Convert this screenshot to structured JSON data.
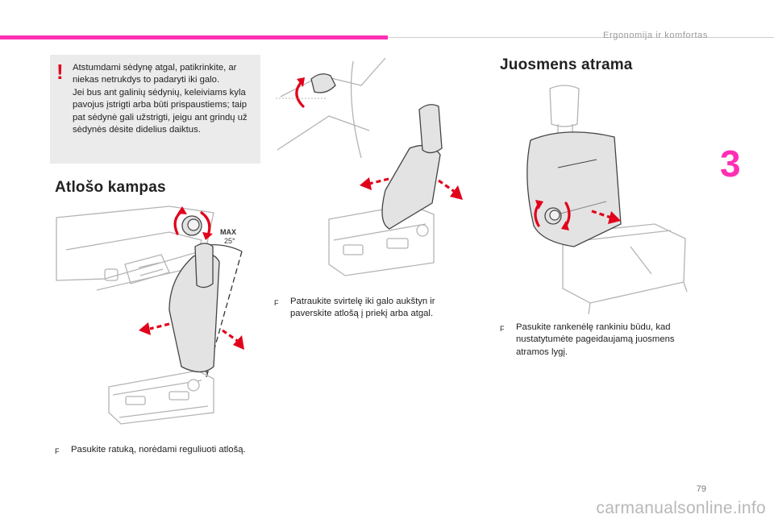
{
  "header": {
    "section_title": "Ergonomija ir komfortas",
    "chapter_number": "3"
  },
  "warning": {
    "icon": "exclamation-icon",
    "text": "Atstumdami sėdynę atgal, patikrinkite, ar niekas netrukdys to padaryti iki galo.\nJei bus ant galinių sėdynių, keleiviams kyla pavojus įstrigti arba būti prispaustiems; taip pat sėdynė gali užstrigti, jeigu ant grindų už sėdynės dėsite didelius daiktus."
  },
  "section_backrest": {
    "heading": "Atlošo kampas",
    "figure_label_max": "MAX",
    "figure_label_angle": "25°",
    "instruction": "Pasukite ratuką, norėdami reguliuoti atlošą."
  },
  "section_lever": {
    "instruction": "Patraukite svirtelę iki galo aukštyn ir paverskite atlošą į priekį arba atgal."
  },
  "section_lumbar": {
    "heading": "Juosmens atrama",
    "instruction": "Pasukite rankenėlę rankiniu būdu, kad nustatytumėte pageidaujamą juosmens atramos lygį."
  },
  "bullet_symbol": "F",
  "footer": {
    "page_number": "79",
    "watermark": "carmanualsonline.info"
  },
  "colors": {
    "accent_pink": "#ff2fb4",
    "warning_red": "#e2001a",
    "warning_bg": "#ebebeb"
  }
}
